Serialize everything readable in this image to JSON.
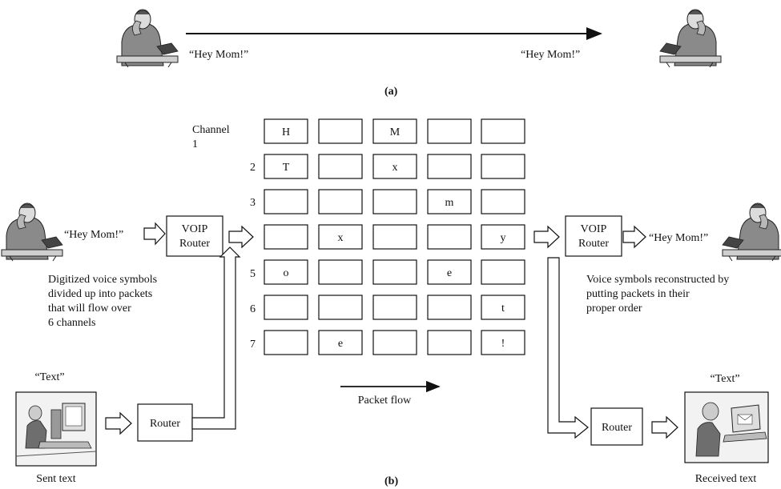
{
  "part_a": {
    "left_speech": "“Hey Mom!”",
    "right_speech": "“Hey Mom!”",
    "caption": "(a)",
    "left_person_icon": "person-on-phone-icon",
    "right_person_icon": "person-on-phone-icon"
  },
  "part_b": {
    "caption": "(b)",
    "channel_header": "Channel",
    "channel_labels": [
      "1",
      "2",
      "3",
      "",
      "5",
      "6",
      "7"
    ],
    "grid": [
      [
        "H",
        "",
        "M",
        "",
        ""
      ],
      [
        "T",
        "",
        "x",
        "",
        ""
      ],
      [
        "",
        "",
        "",
        "m",
        ""
      ],
      [
        "",
        "x",
        "",
        "",
        "y"
      ],
      [
        "o",
        "",
        "",
        "e",
        ""
      ],
      [
        "",
        "",
        "",
        "",
        "t"
      ],
      [
        "",
        "e",
        "",
        "",
        "!"
      ]
    ],
    "sender_speech": "“Hey Mom!”",
    "receiver_speech": "“Hey Mom!”",
    "voip_router_left": [
      "VOIP",
      "Router"
    ],
    "voip_router_right": [
      "VOIP",
      "Router"
    ],
    "router_left": "Router",
    "router_right": "Router",
    "left_note": [
      "Digitized voice symbols",
      "divided up into packets",
      "that will flow over",
      "6 channels"
    ],
    "right_note": [
      "Voice symbols reconstructed by",
      "putting packets in their",
      "proper order"
    ],
    "packet_flow": "Packet flow",
    "sent_text_title": "“Text”",
    "sent_text_caption": "Sent text",
    "received_text_title": "“Text”",
    "received_text_caption": "Received text",
    "icons": {
      "sender_voice": "person-on-phone-icon",
      "receiver_voice": "person-on-phone-icon",
      "sender_computer": "person-at-computer-icon",
      "receiver_computer": "person-at-laptop-icon"
    }
  }
}
